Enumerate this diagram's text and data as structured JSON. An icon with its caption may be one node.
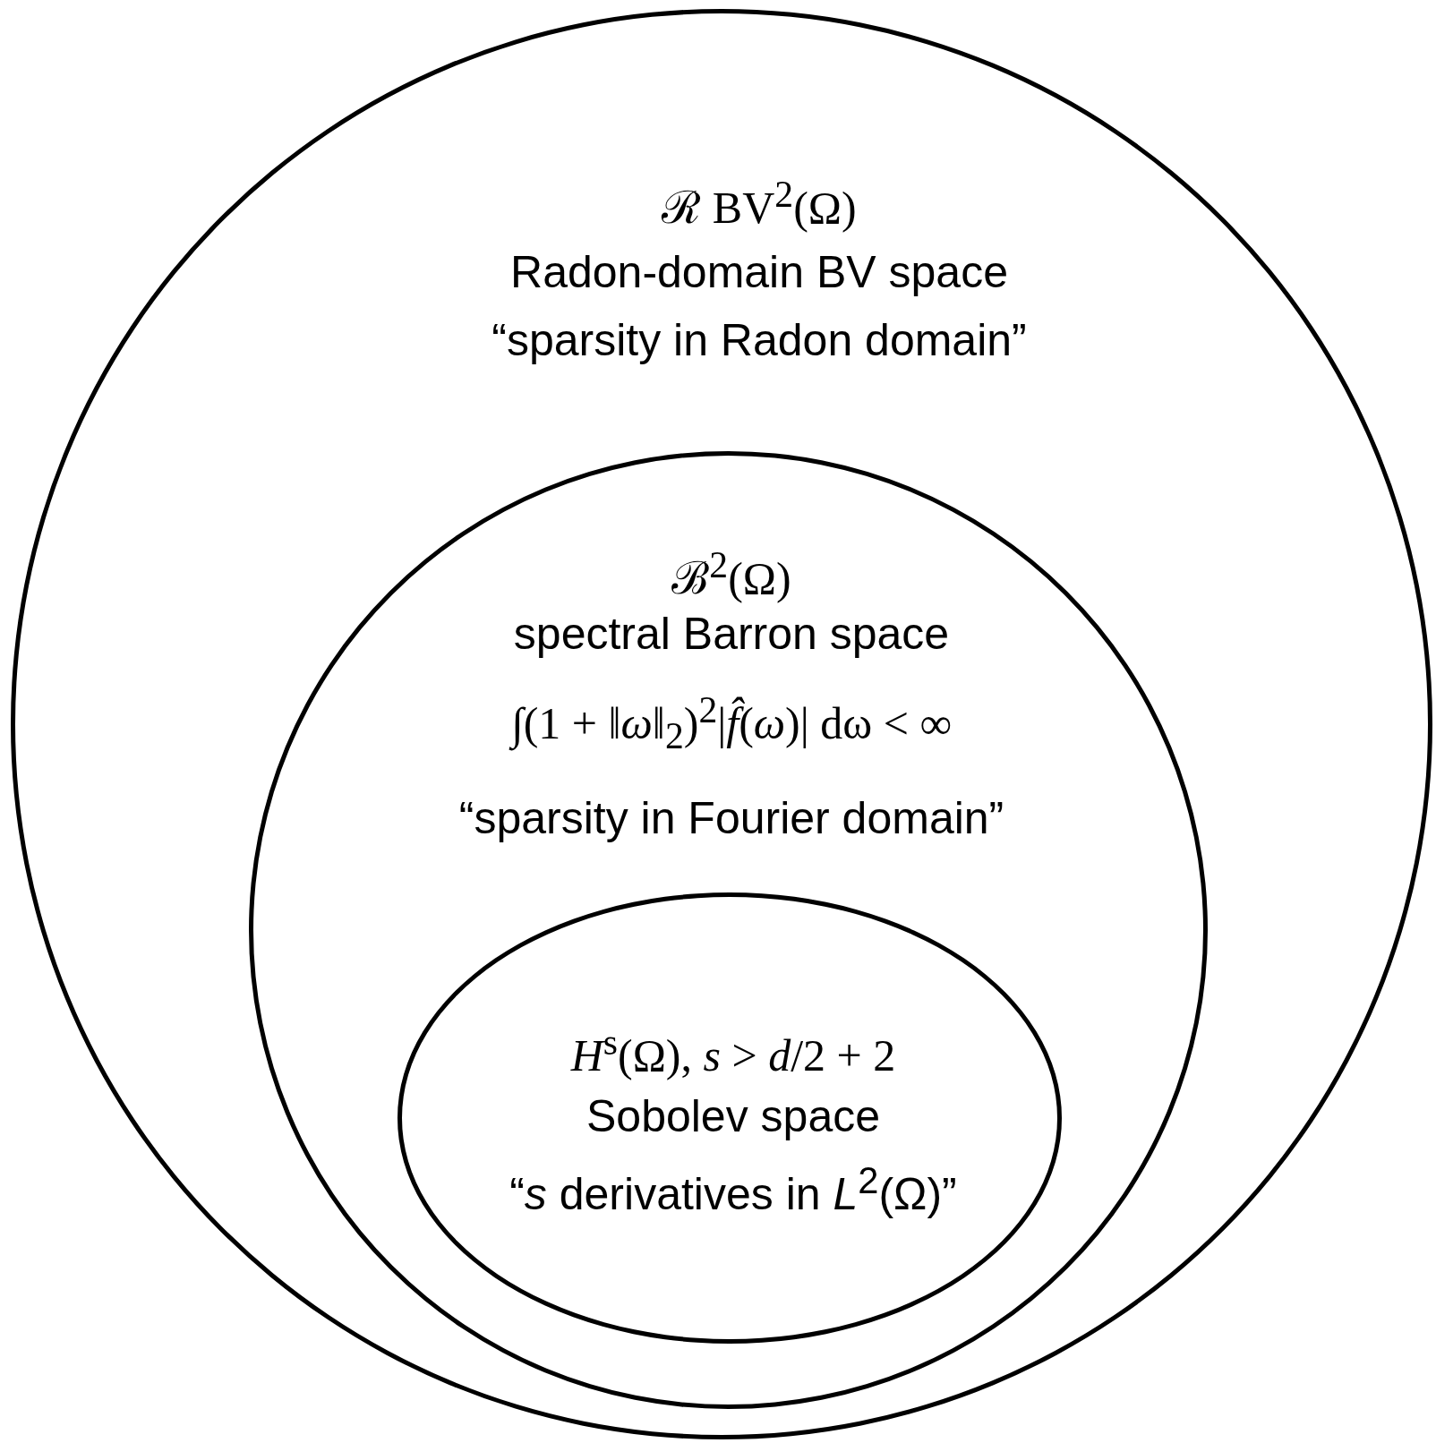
{
  "diagram": {
    "nodes": [
      {
        "text": [
          "ℛ BV$^{2}$(Ω)",
          "Radon-domain BV space",
          "“sparsity in Radon domain”"
        ]
      },
      {
        "text": [
          "ℬ$^{2}$(Ω)",
          "spectral Barron space",
          "∫(1 + ‖*ω*‖$_{2}$)$^{2}$|*f̂*(*ω*)| dω < ∞",
          "“sparsity in Fourier domain”"
        ],
        "in": 0
      },
      {
        "text": [
          "*H*$^{s}$(Ω), *s* > *d*/2 + 2",
          "Sobolev space",
          "“*s* derivatives in *L*$^{2}$(Ω)”"
        ],
        "in": 1
      }
    ]
  }
}
